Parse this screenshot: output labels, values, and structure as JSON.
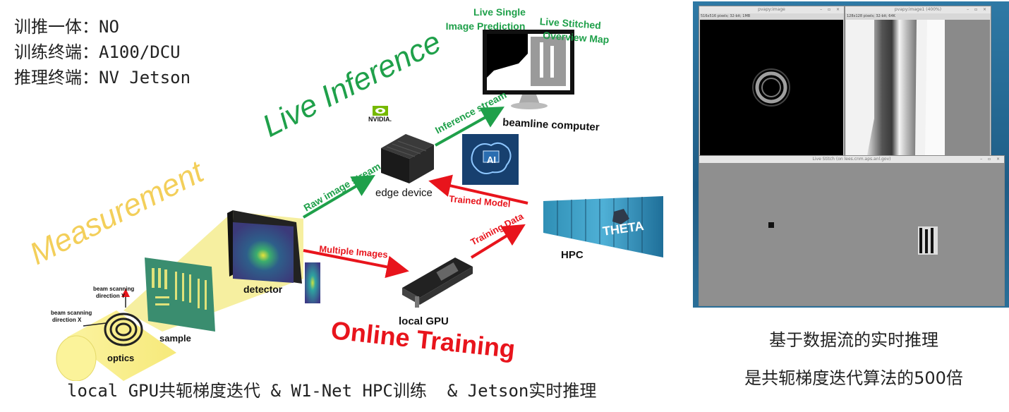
{
  "info": {
    "line1": "训推一体：NO",
    "line2": "训练终端：A100/DCU",
    "line3": "推理终端：NV Jetson"
  },
  "diagram": {
    "live_inference": "Live Inference",
    "measurement": "Measurement",
    "online_training": "Online Training",
    "live_single": "Live Single",
    "image_prediction": "Image Prediction",
    "live_stitched": "Live Stitched",
    "overview_map": "Overview Map",
    "beamline_computer": "beamline computer",
    "inference_stream": "Inference stream",
    "nvidia": "NVIDIA.",
    "edge_device": "edge device",
    "raw_image_stream": "Raw image stream",
    "ai_label": "AI",
    "trained_model": "Trained Model",
    "hpc": "HPC",
    "theta": "THETA",
    "training_data": "Training Data",
    "multiple_images": "Multiple Images",
    "local_gpu": "local GPU",
    "detector": "detector",
    "sample": "sample",
    "optics": "optics",
    "beam_y_1": "beam scanning",
    "beam_y_2": "direction Y",
    "beam_x_1": "beam scanning",
    "beam_x_2": "direction X"
  },
  "caption_left": "local GPU共轭梯度迭代 & W1-Net HPC训练  & Jetson实时推理",
  "screenshot": {
    "win1_title": "pvapy:image",
    "win1_sub": "516x516 pixels; 32-bit; 1MB",
    "win2_title": "pvapy:image1 (400%)",
    "win2_sub": "128x128 pixels; 32-bit; 64K",
    "win3_title": "Live Stitch (on lees.cnm.aps.anl.gov)",
    "controls": "– ▫ ×"
  },
  "caption_right": {
    "line1": "基于数据流的实时推理",
    "line2": "是共轭梯度迭代算法的500倍"
  },
  "colors": {
    "green": "#1fa04a",
    "red": "#e8141c",
    "yellow": "#f3cf5a",
    "black": "#111111"
  }
}
